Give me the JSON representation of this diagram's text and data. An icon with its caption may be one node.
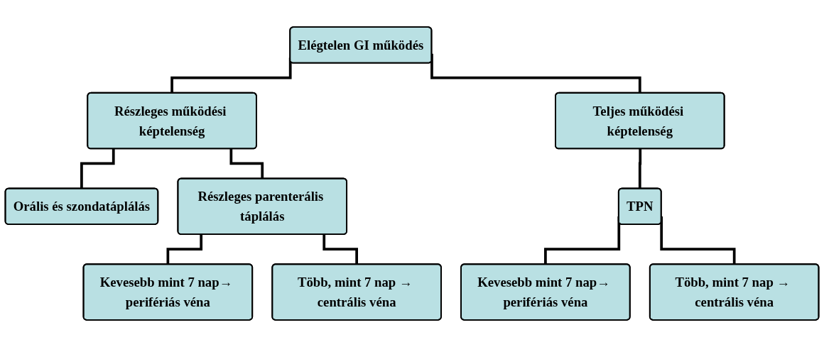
{
  "diagram": {
    "nodes": [
      {
        "text": [
          "Elégtelen GI működés"
        ]
      },
      {
        "text": [
          "Részleges működési képtelenség"
        ]
      },
      {
        "text": [
          "Teljes működési képtelenség"
        ]
      },
      {
        "text": [
          "Orális és szondatáplálás"
        ]
      },
      {
        "text": [
          "Részleges parenterális táplálás"
        ]
      },
      {
        "text": [
          "TPN"
        ]
      },
      {
        "text": [
          "Kevesebb mint 7 nap→ perifériás véna"
        ]
      },
      {
        "text": [
          "Több, mint 7 nap → centrális véna"
        ]
      },
      {
        "text": [
          "Kevesebb mint 7 nap→ perifériás véna"
        ]
      },
      {
        "text": [
          "Több, mint 7 nap → centrális véna"
        ]
      }
    ],
    "edges": [
      {
        "from": 0,
        "to": 1,
        "arrow": "none"
      },
      {
        "from": 0,
        "to": 2,
        "arrow": "none"
      },
      {
        "from": 1,
        "to": 3,
        "arrow": "none"
      },
      {
        "from": 1,
        "to": 4,
        "arrow": "none"
      },
      {
        "from": 2,
        "to": 5,
        "arrow": "none"
      },
      {
        "from": 4,
        "to": 6,
        "arrow": "none"
      },
      {
        "from": 4,
        "to": 7,
        "arrow": "none"
      },
      {
        "from": 5,
        "to": 8,
        "arrow": "none"
      },
      {
        "from": 5,
        "to": 9,
        "arrow": "none"
      }
    ]
  }
}
